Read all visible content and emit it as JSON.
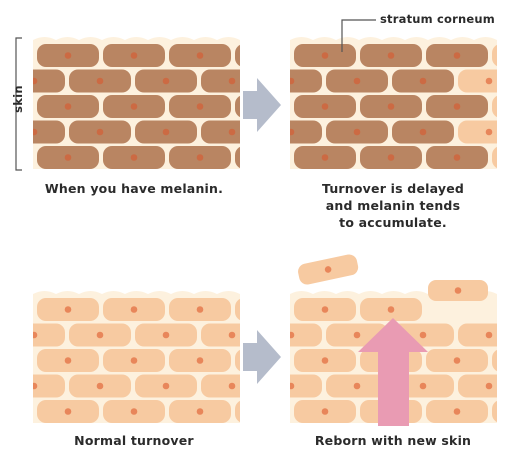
{
  "labels": {
    "skin": "skin",
    "stratum_corneum": "stratum corneum"
  },
  "panels": [
    {
      "id": "melanin",
      "caption": "When you have melanin."
    },
    {
      "id": "delayed",
      "caption": "Turnover is delayed\nand melanin tends\nto accumulate."
    },
    {
      "id": "normal",
      "caption": "Normal turnover"
    },
    {
      "id": "reborn",
      "caption": "Reborn with new skin"
    }
  ],
  "colors": {
    "background": "#ffffff",
    "layer_bg": "#fdf1de",
    "cell_light": "#f7caa1",
    "cell_dark": "#b98562",
    "nucleus_light": "#e8865a",
    "nucleus_dark": "#cc6a43",
    "process_arrow": "#b5bccb",
    "rise_arrow": "#e99bb3",
    "line": "#555555"
  },
  "icons": [
    "right-arrow-icon",
    "up-arrow-icon"
  ]
}
